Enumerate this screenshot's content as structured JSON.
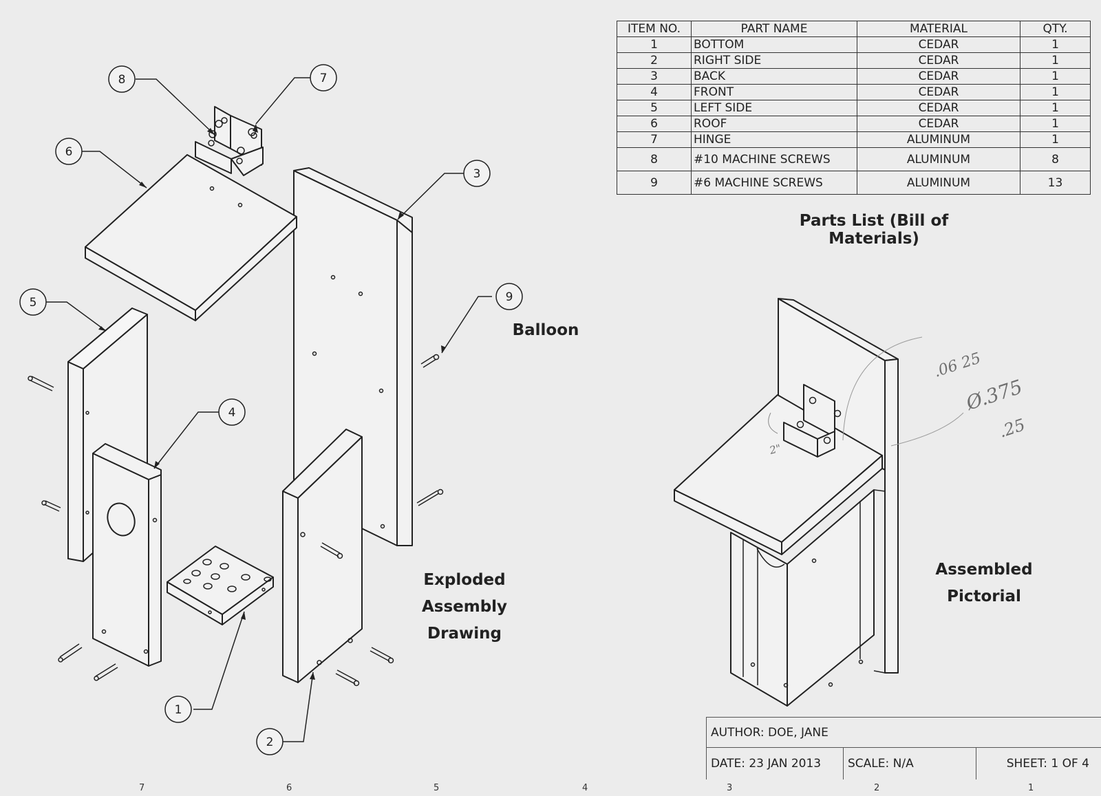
{
  "parts_table": {
    "headers": [
      "ITEM NO.",
      "PART NAME",
      "MATERIAL",
      "QTY."
    ],
    "rows": [
      {
        "item": "1",
        "name": "BOTTOM",
        "material": "CEDAR",
        "qty": "1"
      },
      {
        "item": "2",
        "name": "RIGHT SIDE",
        "material": "CEDAR",
        "qty": "1"
      },
      {
        "item": "3",
        "name": "BACK",
        "material": "CEDAR",
        "qty": "1"
      },
      {
        "item": "4",
        "name": "FRONT",
        "material": "CEDAR",
        "qty": "1"
      },
      {
        "item": "5",
        "name": "LEFT SIDE",
        "material": "CEDAR",
        "qty": "1"
      },
      {
        "item": "6",
        "name": "ROOF",
        "material": "CEDAR",
        "qty": "1"
      },
      {
        "item": "7",
        "name": "HINGE",
        "material": "ALUMINUM",
        "qty": "1"
      },
      {
        "item": "8",
        "name": "#10 MACHINE SCREWS",
        "material": "ALUMINUM",
        "qty": "8"
      },
      {
        "item": "9",
        "name": "#6 MACHINE SCREWS",
        "material": "ALUMINUM",
        "qty": "13"
      }
    ]
  },
  "captions": {
    "parts_list": "Parts List (Bill of Materials)",
    "balloon": "Balloon",
    "exploded_line1": "Exploded",
    "exploded_line2": "Assembly",
    "exploded_line3": "Drawing",
    "pictorial_line1": "Assembled",
    "pictorial_line2": "Pictorial"
  },
  "balloons": [
    "1",
    "2",
    "3",
    "4",
    "5",
    "6",
    "7",
    "8",
    "9"
  ],
  "handwritten_notes": [
    ".06 25",
    "Ø.375",
    ".25",
    "2\""
  ],
  "title_block": {
    "author": "AUTHOR:  DOE, JANE",
    "date": "DATE: 23 JAN 2013",
    "scale": "SCALE: N/A",
    "sheet": "SHEET: 1 OF 4"
  },
  "zone_numbers": [
    "7",
    "6",
    "5",
    "4",
    "3",
    "2",
    "1"
  ]
}
